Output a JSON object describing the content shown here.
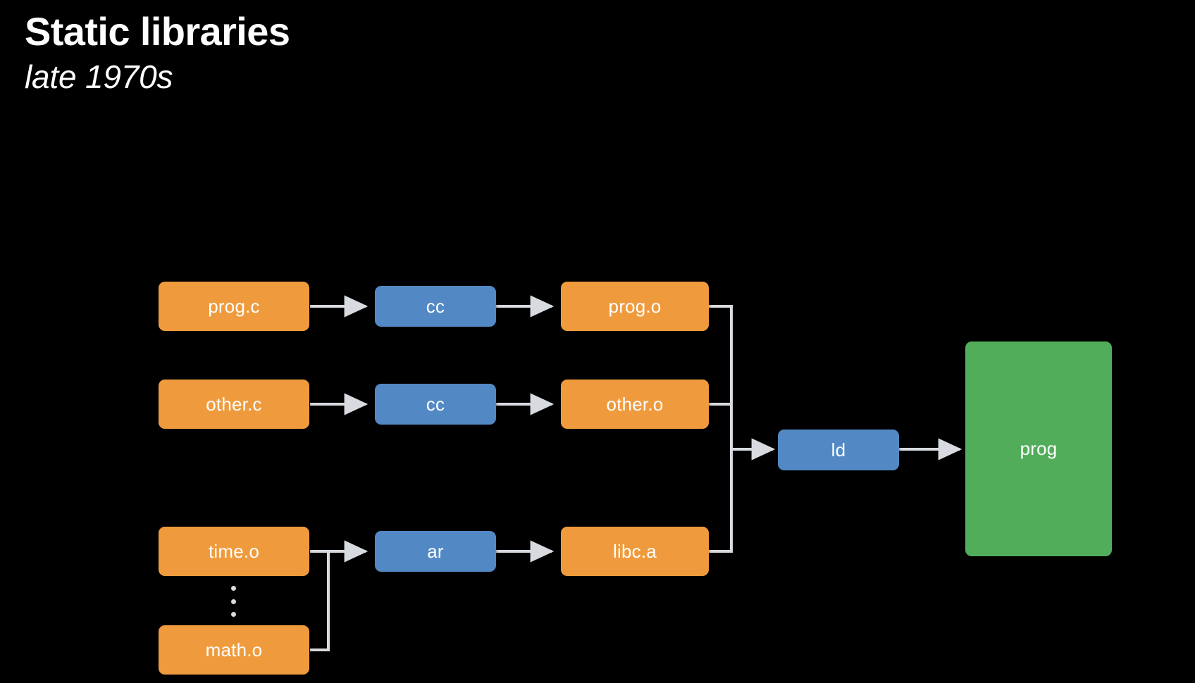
{
  "heading": {
    "title": "Static libraries",
    "subtitle": "late 1970s"
  },
  "diagram": {
    "background_color": "#000000",
    "file_color": "#ef9b3d",
    "tool_color": "#5289c4",
    "output_color": "#52ad5b",
    "wire_color": "#d7dade",
    "nodes": {
      "prog_c": "prog.c",
      "cc_1": "cc",
      "prog_o": "prog.o",
      "other_c": "other.c",
      "cc_2": "cc",
      "other_o": "other.o",
      "time_o": "time.o",
      "ar": "ar",
      "libc_a": "libc.a",
      "math_o": "math.o",
      "ld": "ld",
      "prog": "prog"
    },
    "ellipsis_label": "vertical-ellipsis"
  }
}
